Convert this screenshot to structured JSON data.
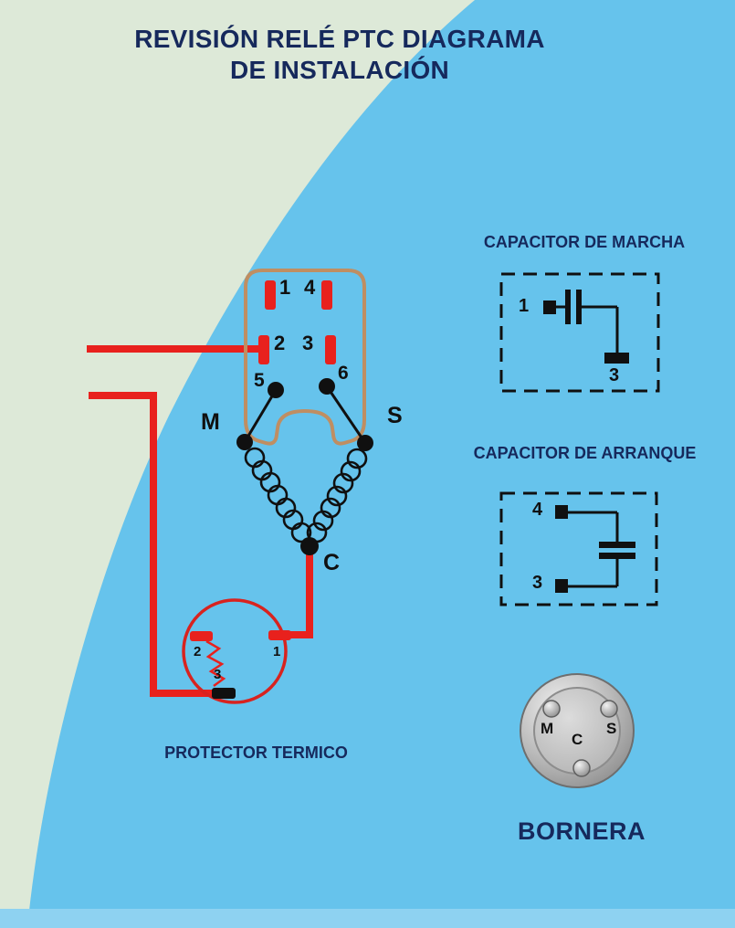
{
  "title": {
    "line1": "REVISIÓN RELÉ PTC DIAGRAMA",
    "line2": "DE INSTALACIÓN"
  },
  "relay": {
    "pin1": "1",
    "pin2": "2",
    "pin3": "3",
    "pin4": "4",
    "pin5": "5",
    "pin6": "6",
    "terminal_m": "M",
    "terminal_s": "S",
    "terminal_c": "C"
  },
  "protector": {
    "title": "PROTECTOR TERMICO",
    "pin1": "1",
    "pin2": "2",
    "pin3": "3"
  },
  "capacitor_marcha": {
    "title": "CAPACITOR DE MARCHA",
    "pin1": "1",
    "pin3": "3"
  },
  "capacitor_arranque": {
    "title": "CAPACITOR DE ARRANQUE",
    "pin4": "4",
    "pin3": "3"
  },
  "bornera": {
    "title": "BORNERA",
    "pin_m": "M",
    "pin_s": "S",
    "pin_c": "C"
  },
  "colors": {
    "background_green": "#dde9d8",
    "background_blue": "#66c3ec",
    "footer_blue": "#8ed2f1",
    "text_navy": "#16295c",
    "wire_red": "#e8211d",
    "relay_outline_tan": "#bf8e62",
    "line_black": "#101010"
  }
}
